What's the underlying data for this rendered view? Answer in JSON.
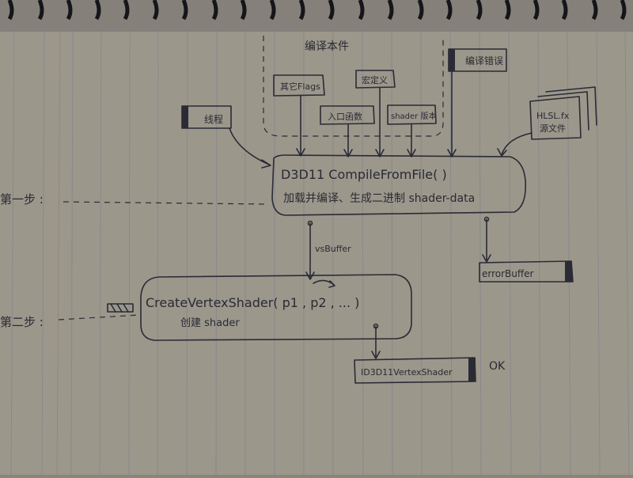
{
  "diagram": {
    "group_label": "编译本件",
    "inputs": {
      "compile_flags": "其它Flags",
      "macro": "宏定义",
      "entry_point": "入口函数",
      "shader_model": "shader 版本"
    },
    "left_input": "线程",
    "right_input_tag": "编译错误",
    "hlsl_file_line1": "HLSL.fx",
    "hlsl_file_line2": "源文件",
    "compile_box": {
      "title": "D3D11 CompileFromFile( )",
      "subtitle": "加载并编译、生成二进制 shader-data"
    },
    "vs_buffer_label": "vsBuffer",
    "error_buffer_label": "errorBuffer",
    "create_box": {
      "title": "CreateVertexShader( p1 , p2 , ... )",
      "subtitle": "创建 shader"
    },
    "output_label": "ID3D11VertexShader",
    "ok_label": "OK",
    "step1": "第一步 :",
    "step2": "第二步 :"
  }
}
